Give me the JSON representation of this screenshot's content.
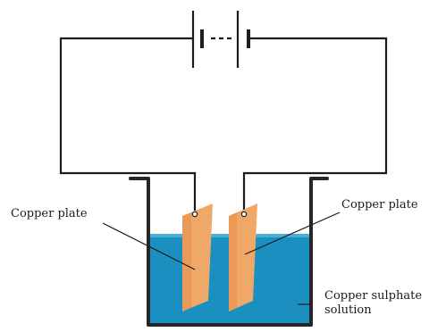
{
  "labels": {
    "left_plate": "Copper plate",
    "right_plate": "Copper plate",
    "solution_line1": "Copper sulphate",
    "solution_line2": "solution"
  },
  "colors": {
    "wire": "#1c1c1c",
    "solution": "#1a8fc0",
    "solution_top": "#58b5dc",
    "plate": "#f0a868",
    "plate_edge": "#e58d47",
    "beaker": "#262626",
    "background": "#ffffff"
  },
  "icons": {
    "battery": "battery-symbol-icon"
  }
}
